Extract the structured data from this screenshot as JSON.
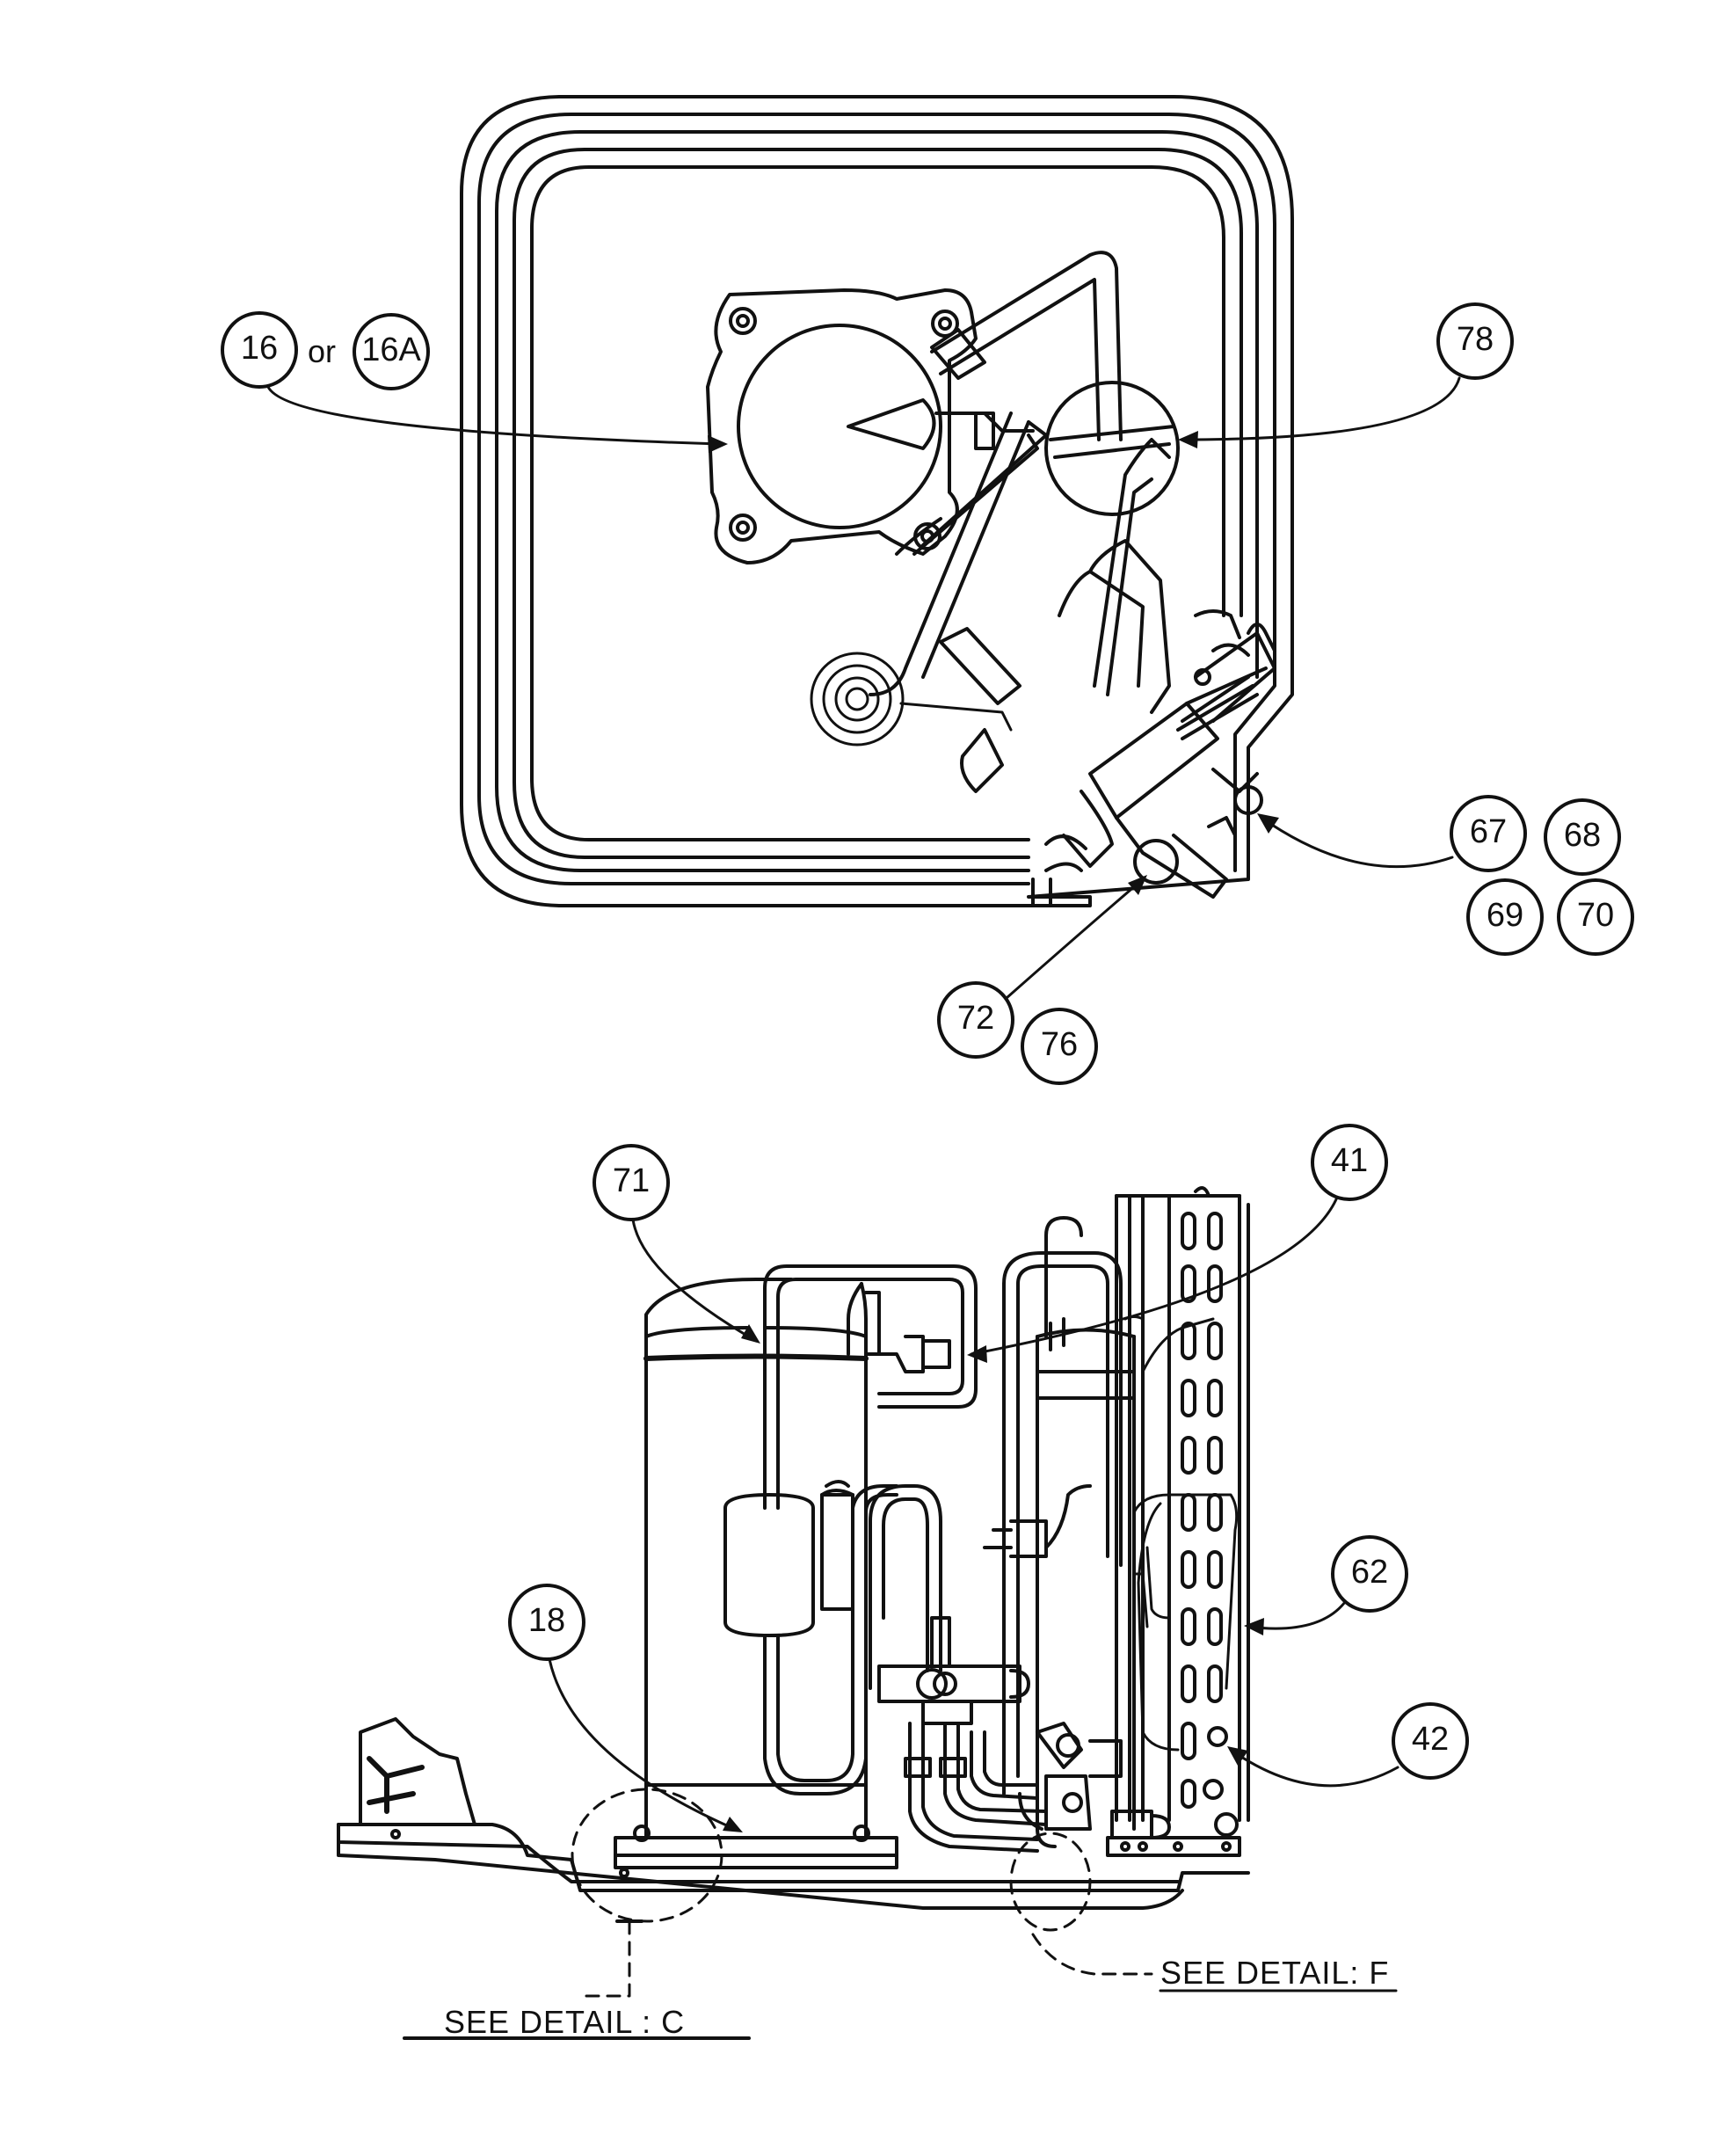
{
  "callouts": {
    "c16": "16",
    "or": "or",
    "c16a": "16A",
    "c78": "78",
    "c67": "67",
    "c68": "68",
    "c69": "69",
    "c70": "70",
    "c72": "72",
    "c76": "76",
    "c71": "71",
    "c41": "41",
    "c62": "62",
    "c42": "42",
    "c18": "18"
  },
  "details": {
    "detail_f": "SEE DETAIL: F",
    "detail_c": "SEE DETAIL : C"
  }
}
